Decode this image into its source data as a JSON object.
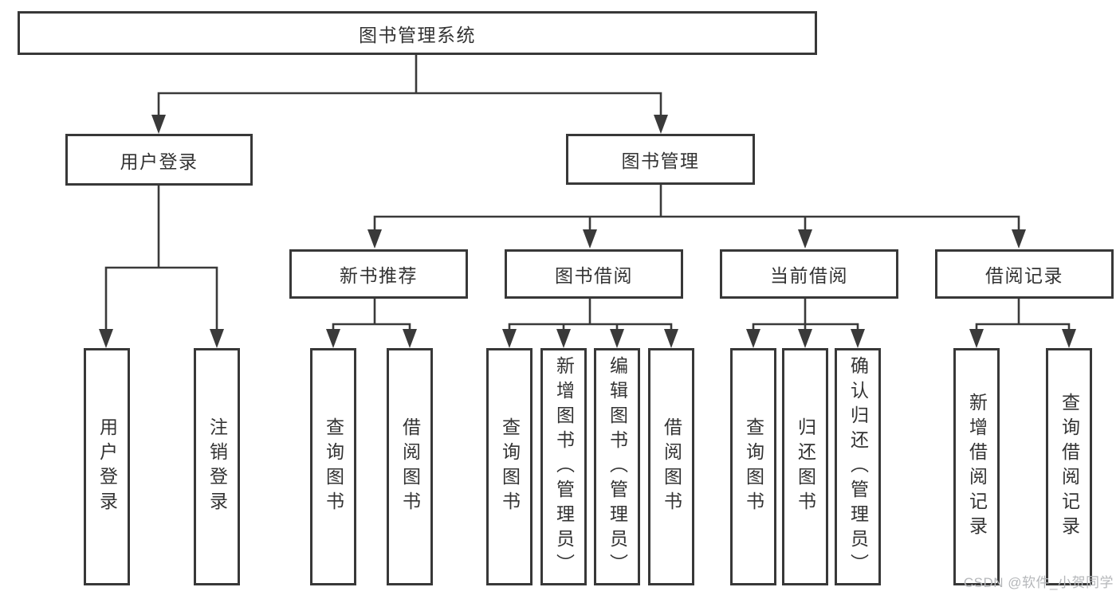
{
  "diagram_type": "feature-tree",
  "colors": {
    "line": "#3a3a3a",
    "box_border": "#383838",
    "box_fill": "#ffffff",
    "text": "#333333",
    "watermark_text": "#b5b7ba",
    "background": "#ffffff"
  },
  "watermark": {
    "text": "CSDN @软件_小贺同学"
  },
  "tree": {
    "root": {
      "label": "图书管理系统",
      "children": [
        {
          "label": "用户登录",
          "children": [
            {
              "label": "用户登录"
            },
            {
              "label": "注销登录"
            }
          ]
        },
        {
          "label": "图书管理",
          "children": [
            {
              "label": "新书推荐",
              "children": [
                {
                  "label": "查询图书"
                },
                {
                  "label": "借阅图书"
                }
              ]
            },
            {
              "label": "图书借阅",
              "children": [
                {
                  "label": "查询图书"
                },
                {
                  "label": "新增图书（管理员）"
                },
                {
                  "label": "编辑图书（管理员）"
                },
                {
                  "label": "借阅图书"
                }
              ]
            },
            {
              "label": "当前借阅",
              "children": [
                {
                  "label": "查询图书"
                },
                {
                  "label": "归还图书"
                },
                {
                  "label": "确认归还（管理员）"
                }
              ]
            },
            {
              "label": "借阅记录",
              "children": [
                {
                  "label": "新增借阅记录"
                },
                {
                  "label": "查询借阅记录"
                }
              ]
            }
          ]
        }
      ]
    }
  }
}
